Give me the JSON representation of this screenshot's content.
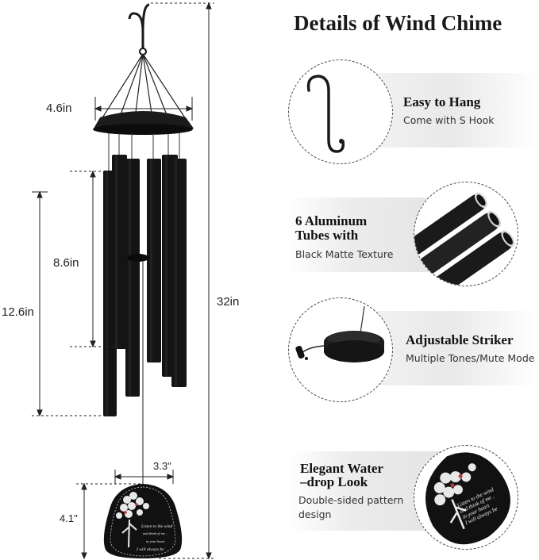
{
  "title": "Details of Wind Chime",
  "dimensions": {
    "top_width": "4.6in",
    "mid_length": "8.6in",
    "tube_length": "12.6in",
    "total_length": "32in",
    "sail_width": "3.3\"",
    "sail_height": "4.1\""
  },
  "features": [
    {
      "title": "Easy to Hang",
      "subtitle": "Come with S Hook",
      "icon": "s-hook-icon"
    },
    {
      "title_line1": "6 Aluminum",
      "title_line2": "Tubes with",
      "subtitle": "Black Matte Texture",
      "icon": "tubes-icon"
    },
    {
      "title": "Adjustable Striker",
      "subtitle": "Multiple Tones/Mute Mode",
      "icon": "striker-icon"
    },
    {
      "title_line1": "Elegant Water",
      "title_line2": "–drop Look",
      "subtitle_line1": "Double-sided pattern",
      "subtitle_line2": "design",
      "icon": "sail-icon"
    }
  ],
  "sail_text": {
    "line1": "Listen to the wind",
    "line2": "and think of me ,",
    "line3": "in your heart",
    "line4": "I will always be"
  },
  "colors": {
    "chime": "#111111",
    "band": "#ebebeb",
    "accent_red": "#c0393b"
  }
}
